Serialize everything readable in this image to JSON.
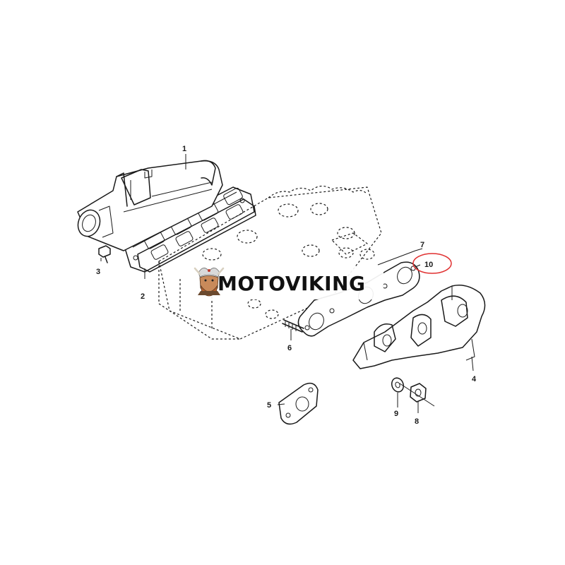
{
  "diagram": {
    "parts": [
      {
        "id": "part-1",
        "label": "1"
      },
      {
        "id": "part-2",
        "label": "2"
      },
      {
        "id": "part-3",
        "label": "3"
      },
      {
        "id": "part-4",
        "label": "4"
      },
      {
        "id": "part-5",
        "label": "5"
      },
      {
        "id": "part-6",
        "label": "6"
      },
      {
        "id": "part-7",
        "label": "7"
      },
      {
        "id": "part-8",
        "label": "8"
      },
      {
        "id": "part-9",
        "label": "9"
      },
      {
        "id": "part-10",
        "label": "10"
      }
    ],
    "highlight": {
      "label": "10",
      "color": "#e03030"
    },
    "line_color": "#1a1a1a"
  },
  "watermark": {
    "text": "MOTOVIKING",
    "logo_icon": "viking-mascot-icon"
  }
}
